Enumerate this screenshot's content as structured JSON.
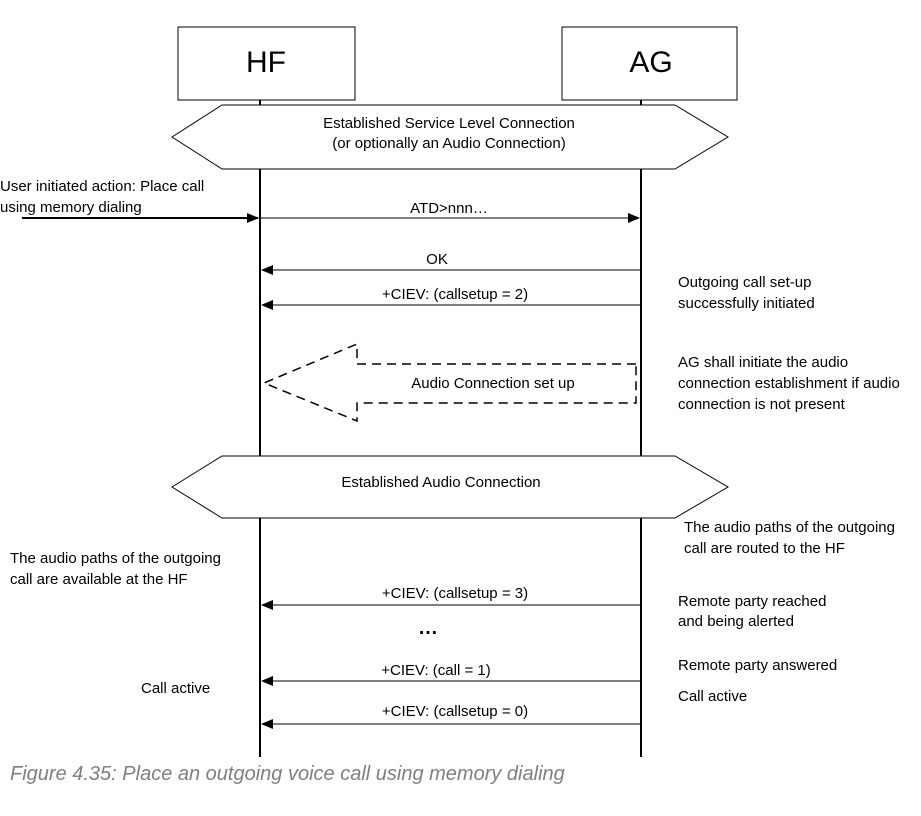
{
  "entities": {
    "hf": "HF",
    "ag": "AG"
  },
  "banners": {
    "slc_line1": "Established Service Level Connection",
    "slc_line2": "(or optionally an Audio Connection)",
    "audio": "Established Audio Connection"
  },
  "user_action": {
    "line1": "User initiated action: Place call",
    "line2": "using memory dialing"
  },
  "messages": {
    "atd": "ATD>nnn…",
    "ok": "OK",
    "ciev_setup2": "+CIEV: (callsetup = 2)",
    "audio_setup": "Audio Connection set up",
    "ciev_setup3": "+CIEV: (callsetup = 3)",
    "ellipsis": "…",
    "ciev_call1": "+CIEV: (call = 1)",
    "ciev_setup0": "+CIEV: (callsetup = 0)"
  },
  "notes": {
    "outgoing_l1": "Outgoing call set-up",
    "outgoing_l2": "successfully initiated",
    "ag_audio_l1": "AG shall initiate the audio",
    "ag_audio_l2": "connection establishment if audio",
    "ag_audio_l3": "connection is not present",
    "routed_l1": "The audio paths of the outgoing",
    "routed_l2": "call are routed to the HF",
    "available_l1": "The audio paths of the outgoing",
    "available_l2": "call are available at the HF",
    "remote_reached_l1": "Remote party reached",
    "remote_reached_l2": "and being alerted",
    "remote_answered": "Remote party answered",
    "call_active_right": "Call active",
    "call_active_left": "Call active"
  },
  "caption": "Figure 4.35: Place an outgoing voice call using memory dialing"
}
